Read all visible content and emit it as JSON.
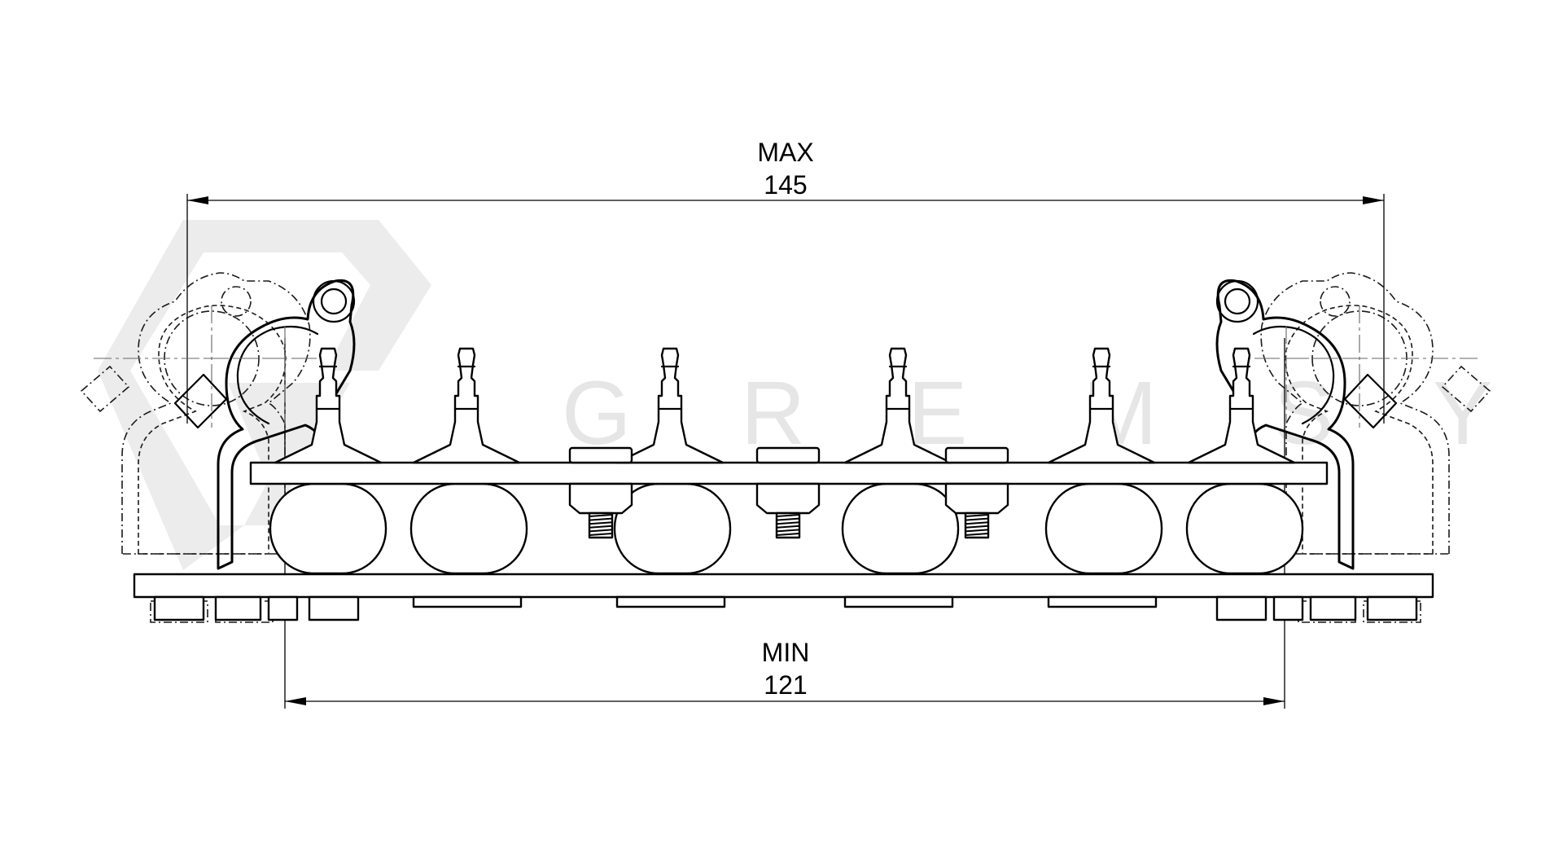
{
  "dimensions": {
    "max_label": "MAX",
    "max_value": "145",
    "min_label": "MIN",
    "min_value": "121"
  },
  "watermark": {
    "letters": [
      "G",
      "R",
      "E",
      "M",
      "S",
      "Y"
    ]
  },
  "colors": {
    "line": "#000000",
    "watermark": "#e6e6e6",
    "background": "#ffffff"
  }
}
